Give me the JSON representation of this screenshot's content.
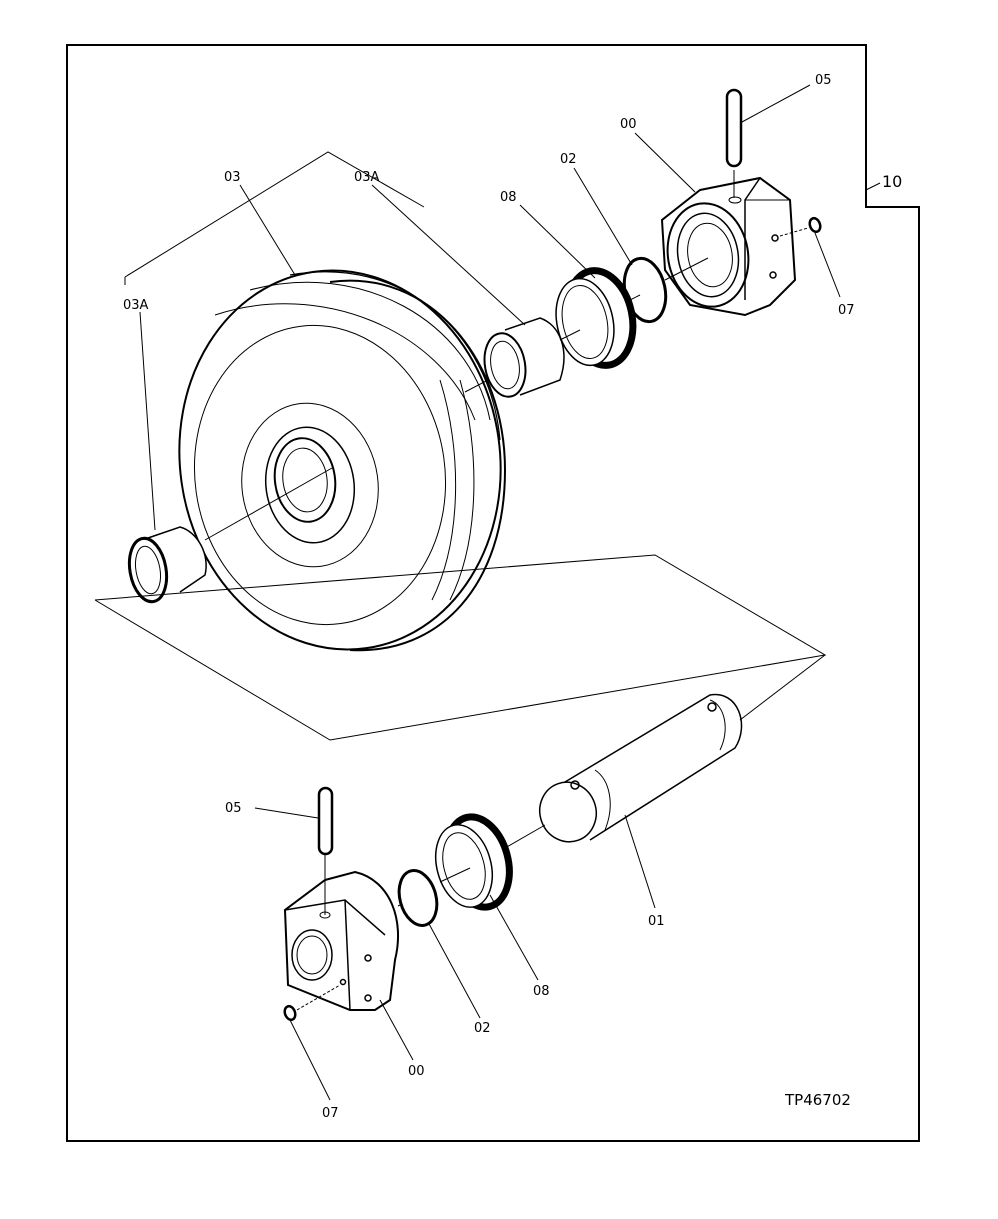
{
  "diagram": {
    "group_ref": "10",
    "figure_id": "TP46702",
    "callouts": {
      "idler": "03",
      "bushing_upper": "03A",
      "bushing_left": "03A",
      "seal_upper": "08",
      "oring_upper": "02",
      "bracket_upper": "00",
      "pin_upper": "05",
      "plug_upper": "07",
      "shaft": "01",
      "seal_lower": "08",
      "oring_lower": "02",
      "bracket_lower": "00",
      "pin_lower": "05",
      "plug_lower": "07"
    }
  }
}
